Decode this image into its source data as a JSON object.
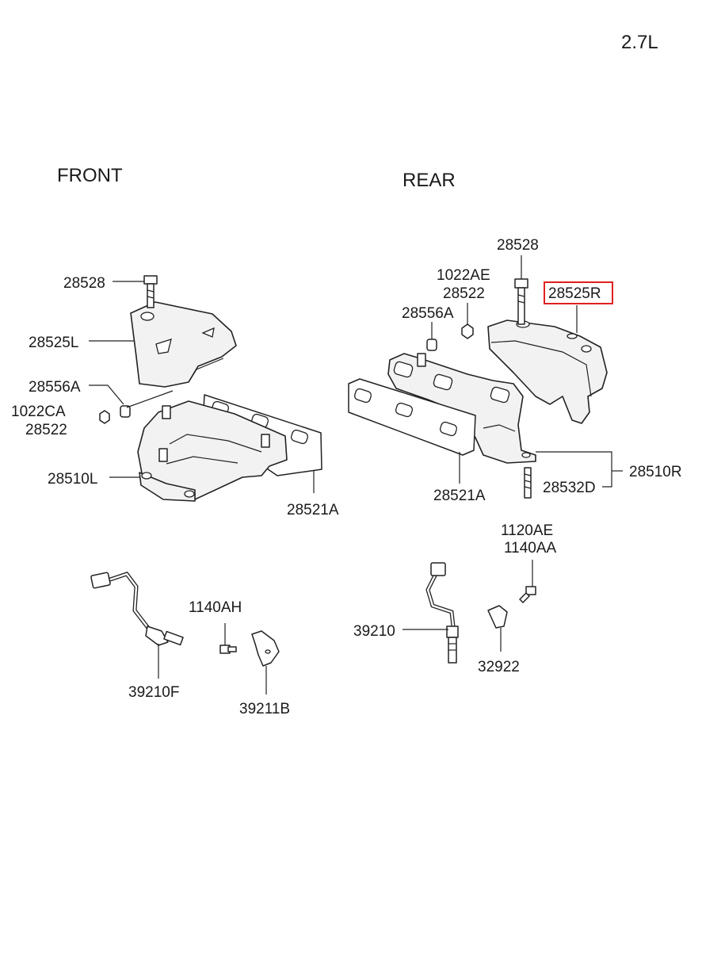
{
  "header": {
    "engine": "2.7L"
  },
  "sections": {
    "front": "FRONT",
    "rear": "REAR"
  },
  "labels": {
    "f_28528": "28528",
    "f_28525L": "28525L",
    "f_28556A": "28556A",
    "f_1022CA": "1022CA",
    "f_28522": "28522",
    "f_28510L": "28510L",
    "f_28521A": "28521A",
    "r_28528": "28528",
    "r_1022AE": "1022AE",
    "r_28522": "28522",
    "r_28525R": "28525R",
    "r_28556A": "28556A",
    "r_28510R": "28510R",
    "r_28532D": "28532D",
    "r_28521A": "28521A",
    "s_1120AE": "1120AE",
    "s_1140AA": "1140AA",
    "s_1140AH": "1140AH",
    "s_39210": "39210",
    "s_32922": "32922",
    "s_39210F": "39210F",
    "s_39211B": "39211B"
  },
  "highlight": {
    "part": "28525R",
    "color": "#e02020"
  }
}
